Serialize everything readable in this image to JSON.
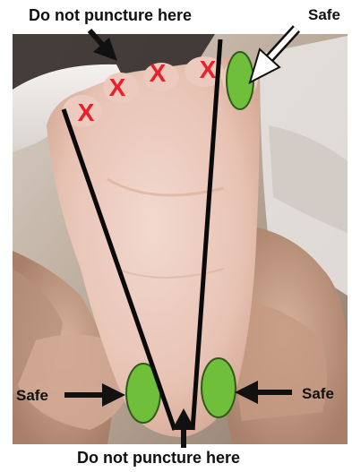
{
  "labels": {
    "top_warning": "Do not puncture here",
    "bottom_warning": "Do not puncture here",
    "safe_top_right": "Safe",
    "safe_bottom_left": "Safe",
    "safe_bottom_right": "Safe"
  },
  "marks": {
    "x_mark": "X",
    "x_color": "#e8202a",
    "safe_zone_color": "#6fbf3a",
    "line_color": "#0a0a0a"
  }
}
